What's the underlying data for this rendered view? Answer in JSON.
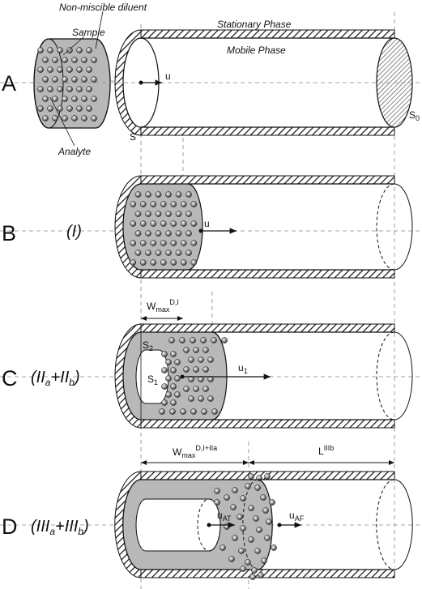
{
  "panels": [
    {
      "letter": "A",
      "roman": ""
    },
    {
      "letter": "B",
      "roman": "(I)"
    },
    {
      "letter": "C",
      "roman": "(II",
      "sub1": "a",
      "mid": "+II",
      "sub2": "b",
      "end": ")"
    },
    {
      "letter": "D",
      "roman": "(III",
      "sub1": "a",
      "mid": "+III",
      "sub2": "b",
      "end": ")"
    }
  ],
  "labels": {
    "non_miscible": "Non-miscible diluent",
    "sample": "Sample",
    "analyte": "Analyte",
    "stationary": "Stationary Phase",
    "mobile": "Mobile Phase",
    "u": "u",
    "s": "S",
    "s0": "S",
    "s0_sub": "0",
    "s1": "S",
    "s1_sub": "1",
    "s2": "S",
    "s2_sub": "2",
    "u1": "u",
    "u1_sub": "1",
    "uat": "u",
    "uat_sub": "AT",
    "uaf": "u",
    "uaf_sub": "AF",
    "w1": "W",
    "w1_sub": "max",
    "w1_sup": "D,I",
    "w2": "W",
    "w2_sub": "max",
    "w2_sup": "D,I+IIa",
    "l": "L",
    "l_sup": "IIIb"
  },
  "colors": {
    "fill": "#b8b8b8",
    "line": "#111111",
    "dash": "#888888"
  }
}
